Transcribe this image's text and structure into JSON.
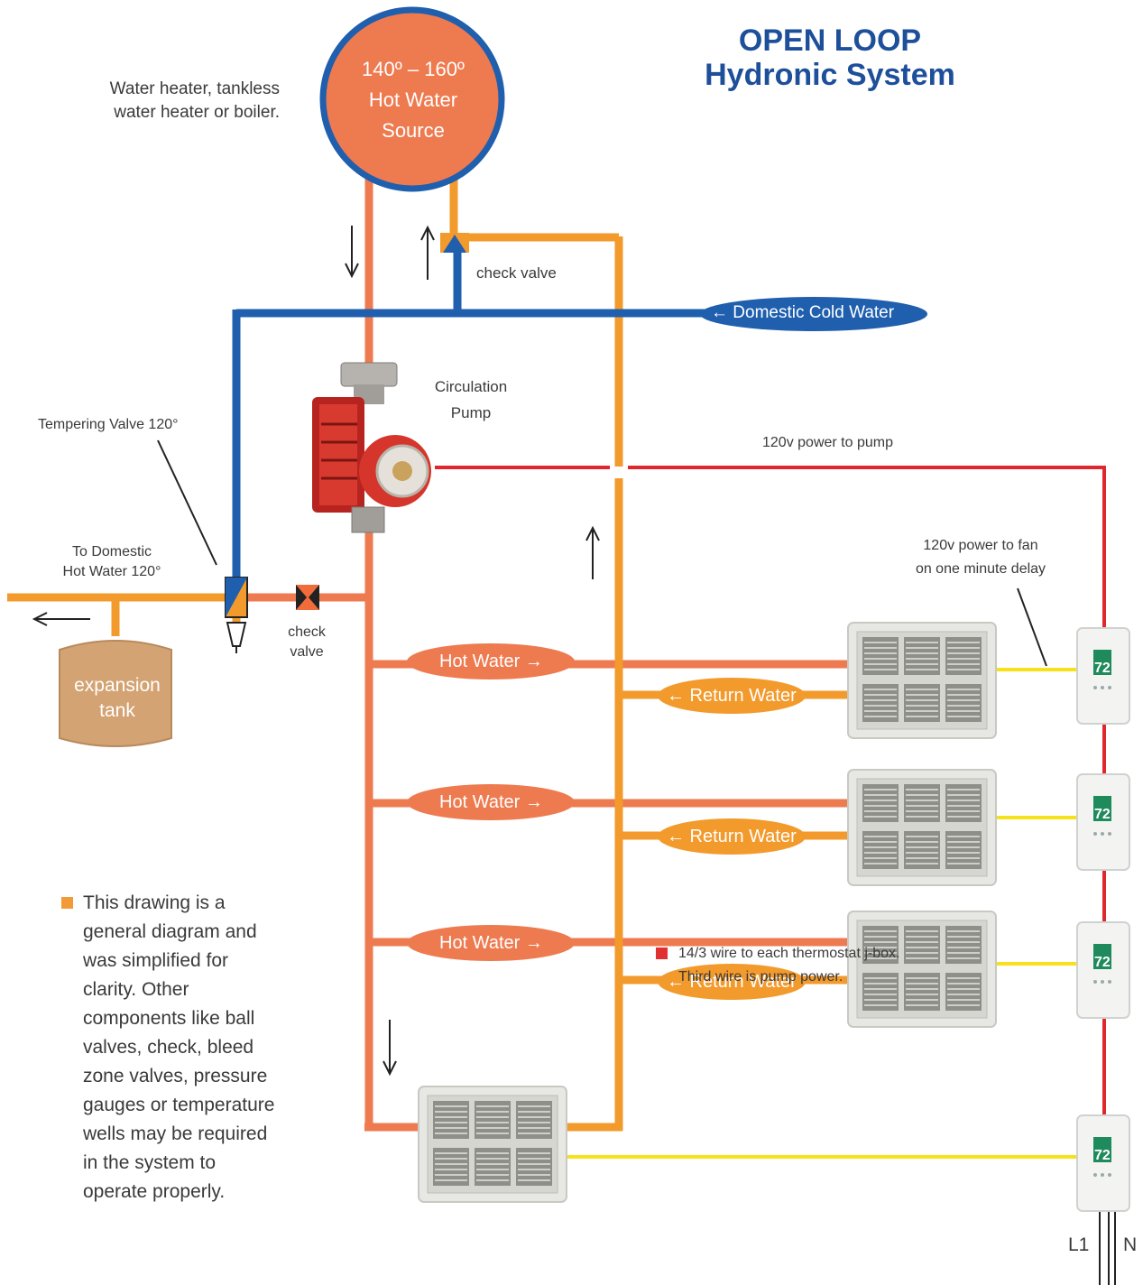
{
  "title": {
    "line1": "OPEN LOOP",
    "line2": "Hydronic System"
  },
  "source": {
    "line1": "140º – 160º",
    "line2": "Hot Water",
    "line3": "Source"
  },
  "source_desc": {
    "line1": "Water heater, tankless",
    "line2": "water heater or boiler."
  },
  "labels": {
    "check_valve_top": "check valve",
    "domestic_cold_water": "← Domestic Cold Water",
    "circulation_pump_1": "Circulation",
    "circulation_pump_2": "Pump",
    "tempering_valve": "Tempering Valve 120°",
    "power_to_pump": "120v power to pump",
    "to_domestic_1": "To Domestic",
    "to_domestic_2": "Hot Water 120°",
    "check_valve_left_1": "check",
    "check_valve_left_2": "valve",
    "power_to_fan_1": "120v power to fan",
    "power_to_fan_2": "on one minute delay",
    "expansion_tank_1": "expansion",
    "expansion_tank_2": "tank",
    "hot_water": "Hot Water →",
    "return_water": "← Return Water",
    "l1": "L1",
    "n": "N"
  },
  "note": "This drawing is a general diagram and was simplified for clarity. Other components like ball valves, check, bleed zone valves, pressure gauges or temperature wells may be required in the system to operate properly.",
  "wire_note": {
    "line1": "14/3 wire to each thermostat j-box.",
    "line2": "Third wire is pump power."
  },
  "thermostat_display": "72",
  "colors": {
    "hot": "#ee7a50",
    "return": "#f39a2c",
    "cold": "#1f5fae",
    "power": "#e0282c",
    "fan_wire": "#f7e21a",
    "title": "#1d4f9a",
    "tank": "#d4a373"
  }
}
